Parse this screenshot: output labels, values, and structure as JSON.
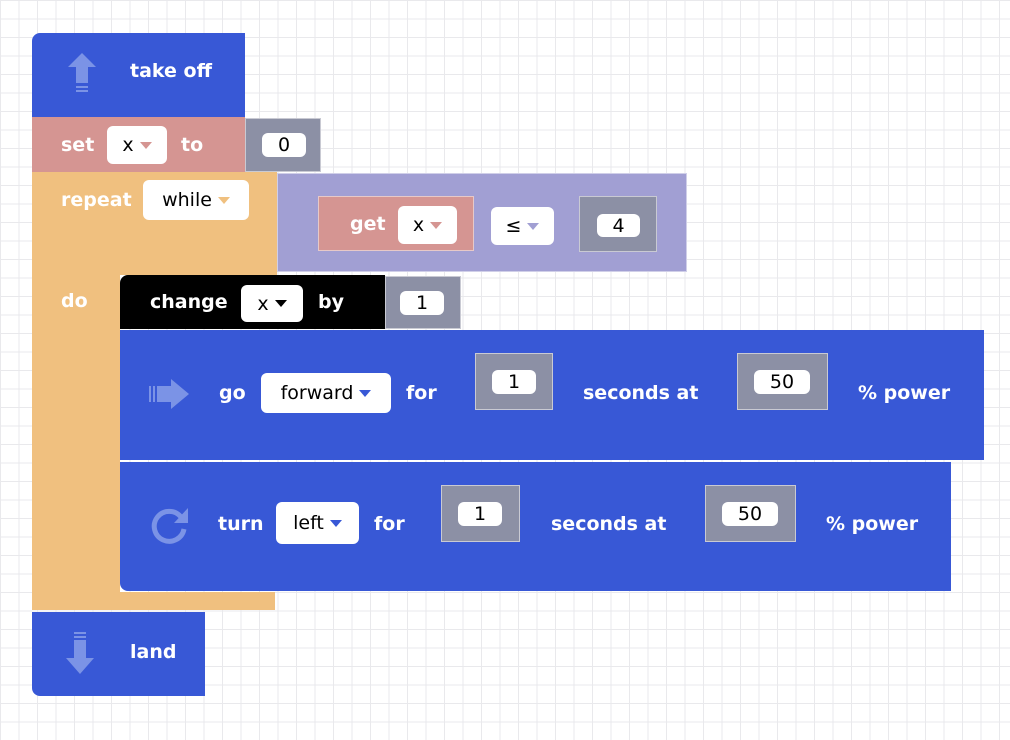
{
  "colors": {
    "motion": "#3858d6",
    "variable": "#d59592",
    "loop": "#f0c07f",
    "value": "#8c90a5",
    "logic": "#a19fd3",
    "change": "#000000"
  },
  "take_off": {
    "label": "take  off",
    "icon": "arrow-up-icon"
  },
  "set": {
    "label": "set",
    "variable": "x",
    "to_label": "to",
    "value": "0"
  },
  "repeat": {
    "label": "repeat",
    "mode": "while",
    "do_label": "do",
    "condition": {
      "get_label": "get",
      "variable": "x",
      "operator": "≤",
      "value": "4"
    }
  },
  "change": {
    "label": "change",
    "variable": "x",
    "by_label": "by",
    "value": "1"
  },
  "go": {
    "label": "go",
    "direction": "forward",
    "for_label": "for",
    "duration": "1",
    "seconds_at_label": "seconds  at",
    "power": "50",
    "power_label": "%  power",
    "icon": "arrow-right-icon"
  },
  "turn": {
    "label": "turn",
    "direction": "left",
    "for_label": "for",
    "duration": "1",
    "seconds_at_label": "seconds  at",
    "power": "50",
    "power_label": "%  power",
    "icon": "rotate-icon"
  },
  "land": {
    "label": "land",
    "icon": "arrow-down-icon"
  }
}
